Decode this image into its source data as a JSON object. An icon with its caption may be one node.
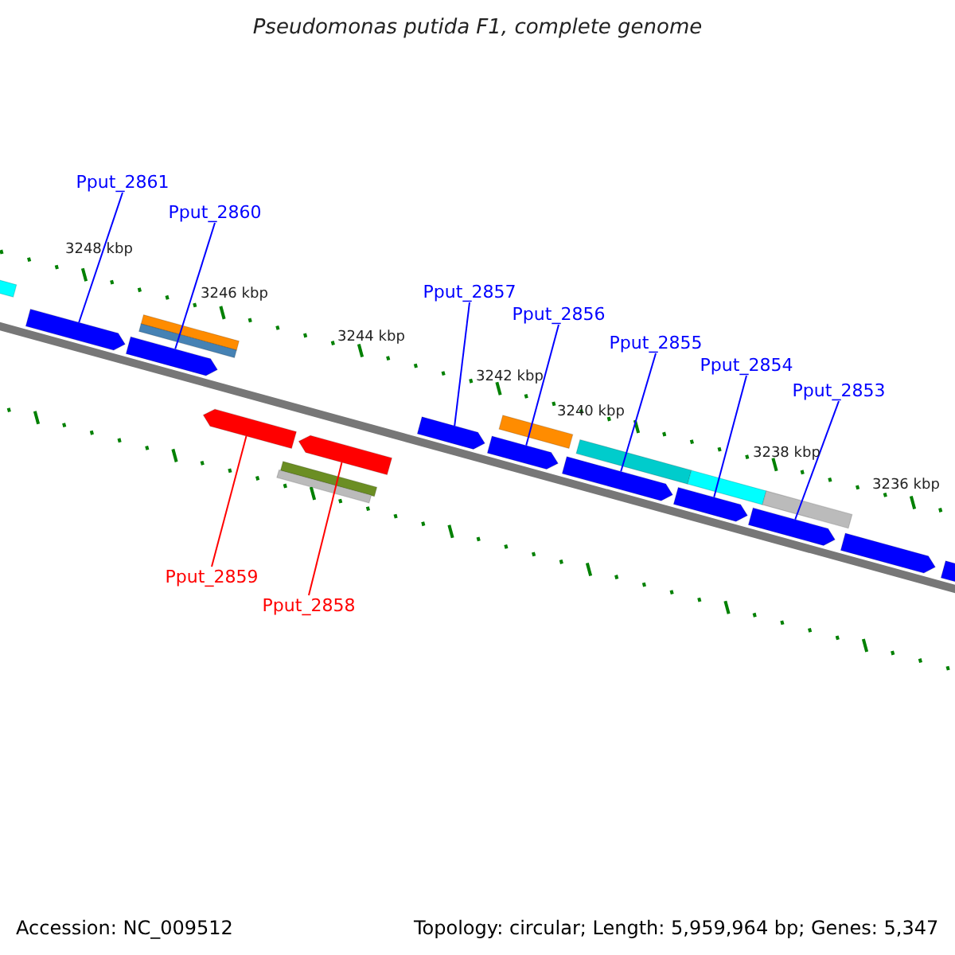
{
  "diagram": {
    "title": "Pseudomonas putida F1, complete genome",
    "nodes": [
      {
        "text": [
          "Pput_2861"
        ]
      },
      {
        "text": [
          "Pput_2860"
        ]
      },
      {
        "text": [
          "Pput_2857"
        ]
      },
      {
        "text": [
          "Pput_2856"
        ]
      },
      {
        "text": [
          "Pput_2855"
        ]
      },
      {
        "text": [
          "Pput_2854"
        ]
      },
      {
        "text": [
          "Pput_2853"
        ]
      },
      {
        "text": [
          "Pput_2859"
        ]
      },
      {
        "text": [
          "Pput_2858"
        ]
      },
      {
        "text": [],
        "shape": "bar"
      },
      {
        "text": [],
        "shape": "arrow"
      },
      {
        "text": [],
        "shape": "arrow"
      },
      {
        "text": [],
        "shape": "bar"
      },
      {
        "text": [],
        "shape": "bar"
      },
      {
        "text": [],
        "shape": "arrow"
      },
      {
        "text": [],
        "shape": "bar"
      },
      {
        "text": [],
        "shape": "bar"
      },
      {
        "text": [],
        "shape": "arrow"
      },
      {
        "text": [],
        "shape": "arrow"
      },
      {
        "text": [],
        "shape": "arrow"
      },
      {
        "text": [],
        "shape": "bar"
      },
      {
        "text": [],
        "shape": "arrow"
      },
      {
        "text": [],
        "shape": "bar"
      },
      {
        "text": [],
        "shape": "arrow"
      },
      {
        "text": [],
        "shape": "bar"
      },
      {
        "text": [],
        "shape": "arrow"
      },
      {
        "text": [],
        "shape": "bar"
      },
      {
        "text": [],
        "shape": "arrow"
      },
      {
        "text": [],
        "shape": "arrow"
      }
    ],
    "edges": [
      {
        "from": 0,
        "to": 10,
        "arrow": "none"
      },
      {
        "from": 1,
        "to": 11,
        "arrow": "none"
      },
      {
        "from": 2,
        "to": 18,
        "arrow": "none"
      },
      {
        "from": 3,
        "to": 19,
        "arrow": "none"
      },
      {
        "from": 4,
        "to": 21,
        "arrow": "none"
      },
      {
        "from": 5,
        "to": 23,
        "arrow": "none"
      },
      {
        "from": 6,
        "to": 25,
        "arrow": "none"
      },
      {
        "from": 7,
        "to": 14,
        "arrow": "none",
        "color": "#ff0000"
      },
      {
        "from": 8,
        "to": 17,
        "arrow": "none",
        "color": "#ff0000"
      }
    ],
    "labels": [
      "3248 kbp",
      "3246 kbp",
      "3244 kbp",
      "3242 kbp",
      "3240 kbp",
      "3238 kbp",
      "3236 kbp",
      "Accession: NC_009512",
      "Topology: circular; Length: 5,959,964 bp; Genes: 5,347"
    ]
  }
}
